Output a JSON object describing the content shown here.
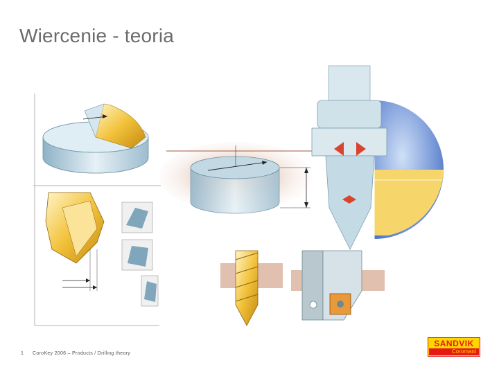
{
  "slide": {
    "title": "Wiercenie - teoria",
    "page_number": "1",
    "footer_text": "CoroKey 2006 – Products / Drilling theory"
  },
  "logo": {
    "line1": "SANDVIK",
    "line2": "Coromant",
    "colors": {
      "yellow": "#ffd600",
      "red": "#e41b13"
    }
  },
  "colors": {
    "steel": "#b9d3e0",
    "gold": "#f2c23a",
    "brown": "#a05a3a",
    "blue_disc": "#5f86d6",
    "red_arrow": "#d8452f"
  }
}
